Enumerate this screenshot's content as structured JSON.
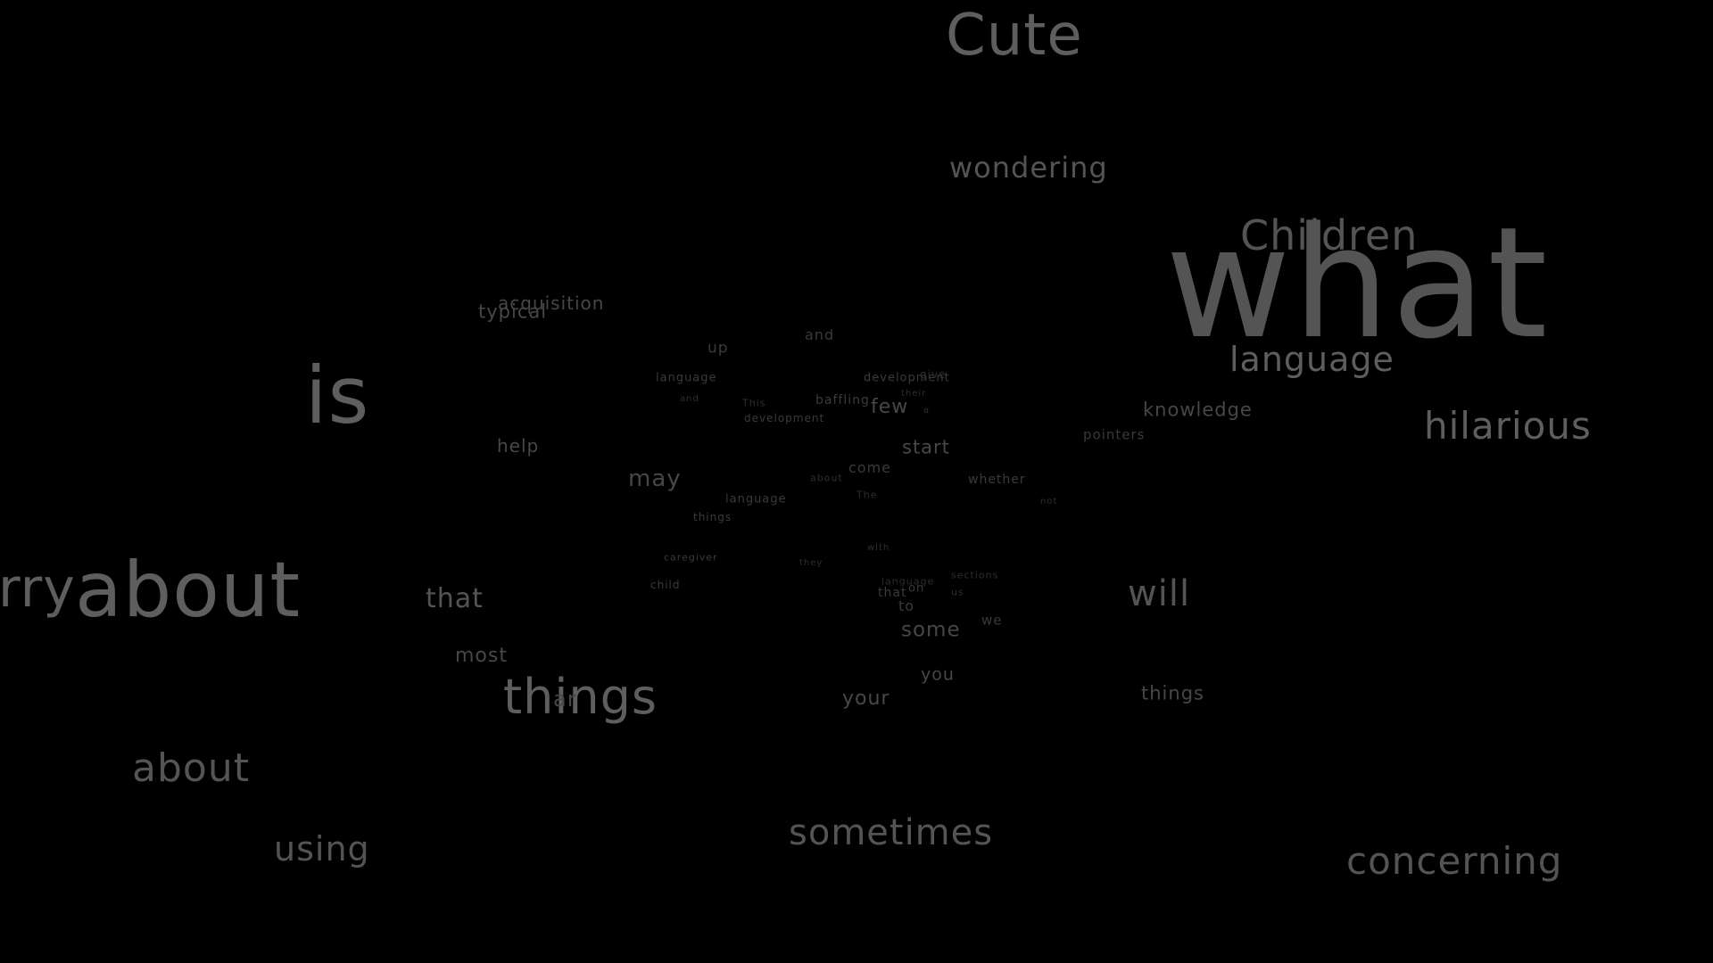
{
  "background_color": "#000000",
  "text_color": "#5f5f5f",
  "words": [
    "Cute",
    "wondering",
    "Children",
    "what",
    "language",
    "hilarious",
    "acquisition",
    "typical",
    "is",
    "up",
    "and",
    "language",
    "development",
    "give",
    "their",
    "and",
    "This",
    "development",
    "baffling",
    "few",
    "a",
    "knowledge",
    "pointers",
    "help",
    "start",
    "may",
    "come",
    "about",
    "whether",
    "language",
    "The",
    "not",
    "things",
    "with",
    "caregiver",
    "they",
    "rry",
    "about",
    "child",
    "language",
    "sections",
    "that",
    "on",
    "that",
    "us",
    "will",
    "to",
    "some",
    "we",
    "most",
    "you",
    "things",
    "ar",
    "your",
    "things",
    "about",
    "sometimes",
    "using",
    "concerning"
  ]
}
